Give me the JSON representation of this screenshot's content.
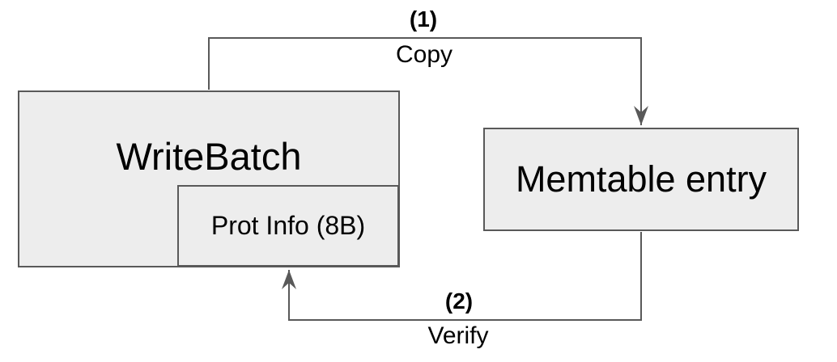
{
  "diagram": {
    "nodes": {
      "write_batch": {
        "label": "WriteBatch"
      },
      "prot_info": {
        "label": "Prot Info (8B)"
      },
      "memtable_entry": {
        "label": "Memtable entry"
      }
    },
    "edges": {
      "copy": {
        "step": "(1)",
        "label": "Copy",
        "from": "WriteBatch",
        "to": "Memtable entry"
      },
      "verify": {
        "step": "(2)",
        "label": "Verify",
        "from": "Memtable entry",
        "to": "Prot Info (8B)"
      }
    },
    "colors": {
      "node_fill": "#ededed",
      "node_border": "#595959",
      "connector": "#595959",
      "text": "#000000",
      "background": "#ffffff"
    }
  }
}
